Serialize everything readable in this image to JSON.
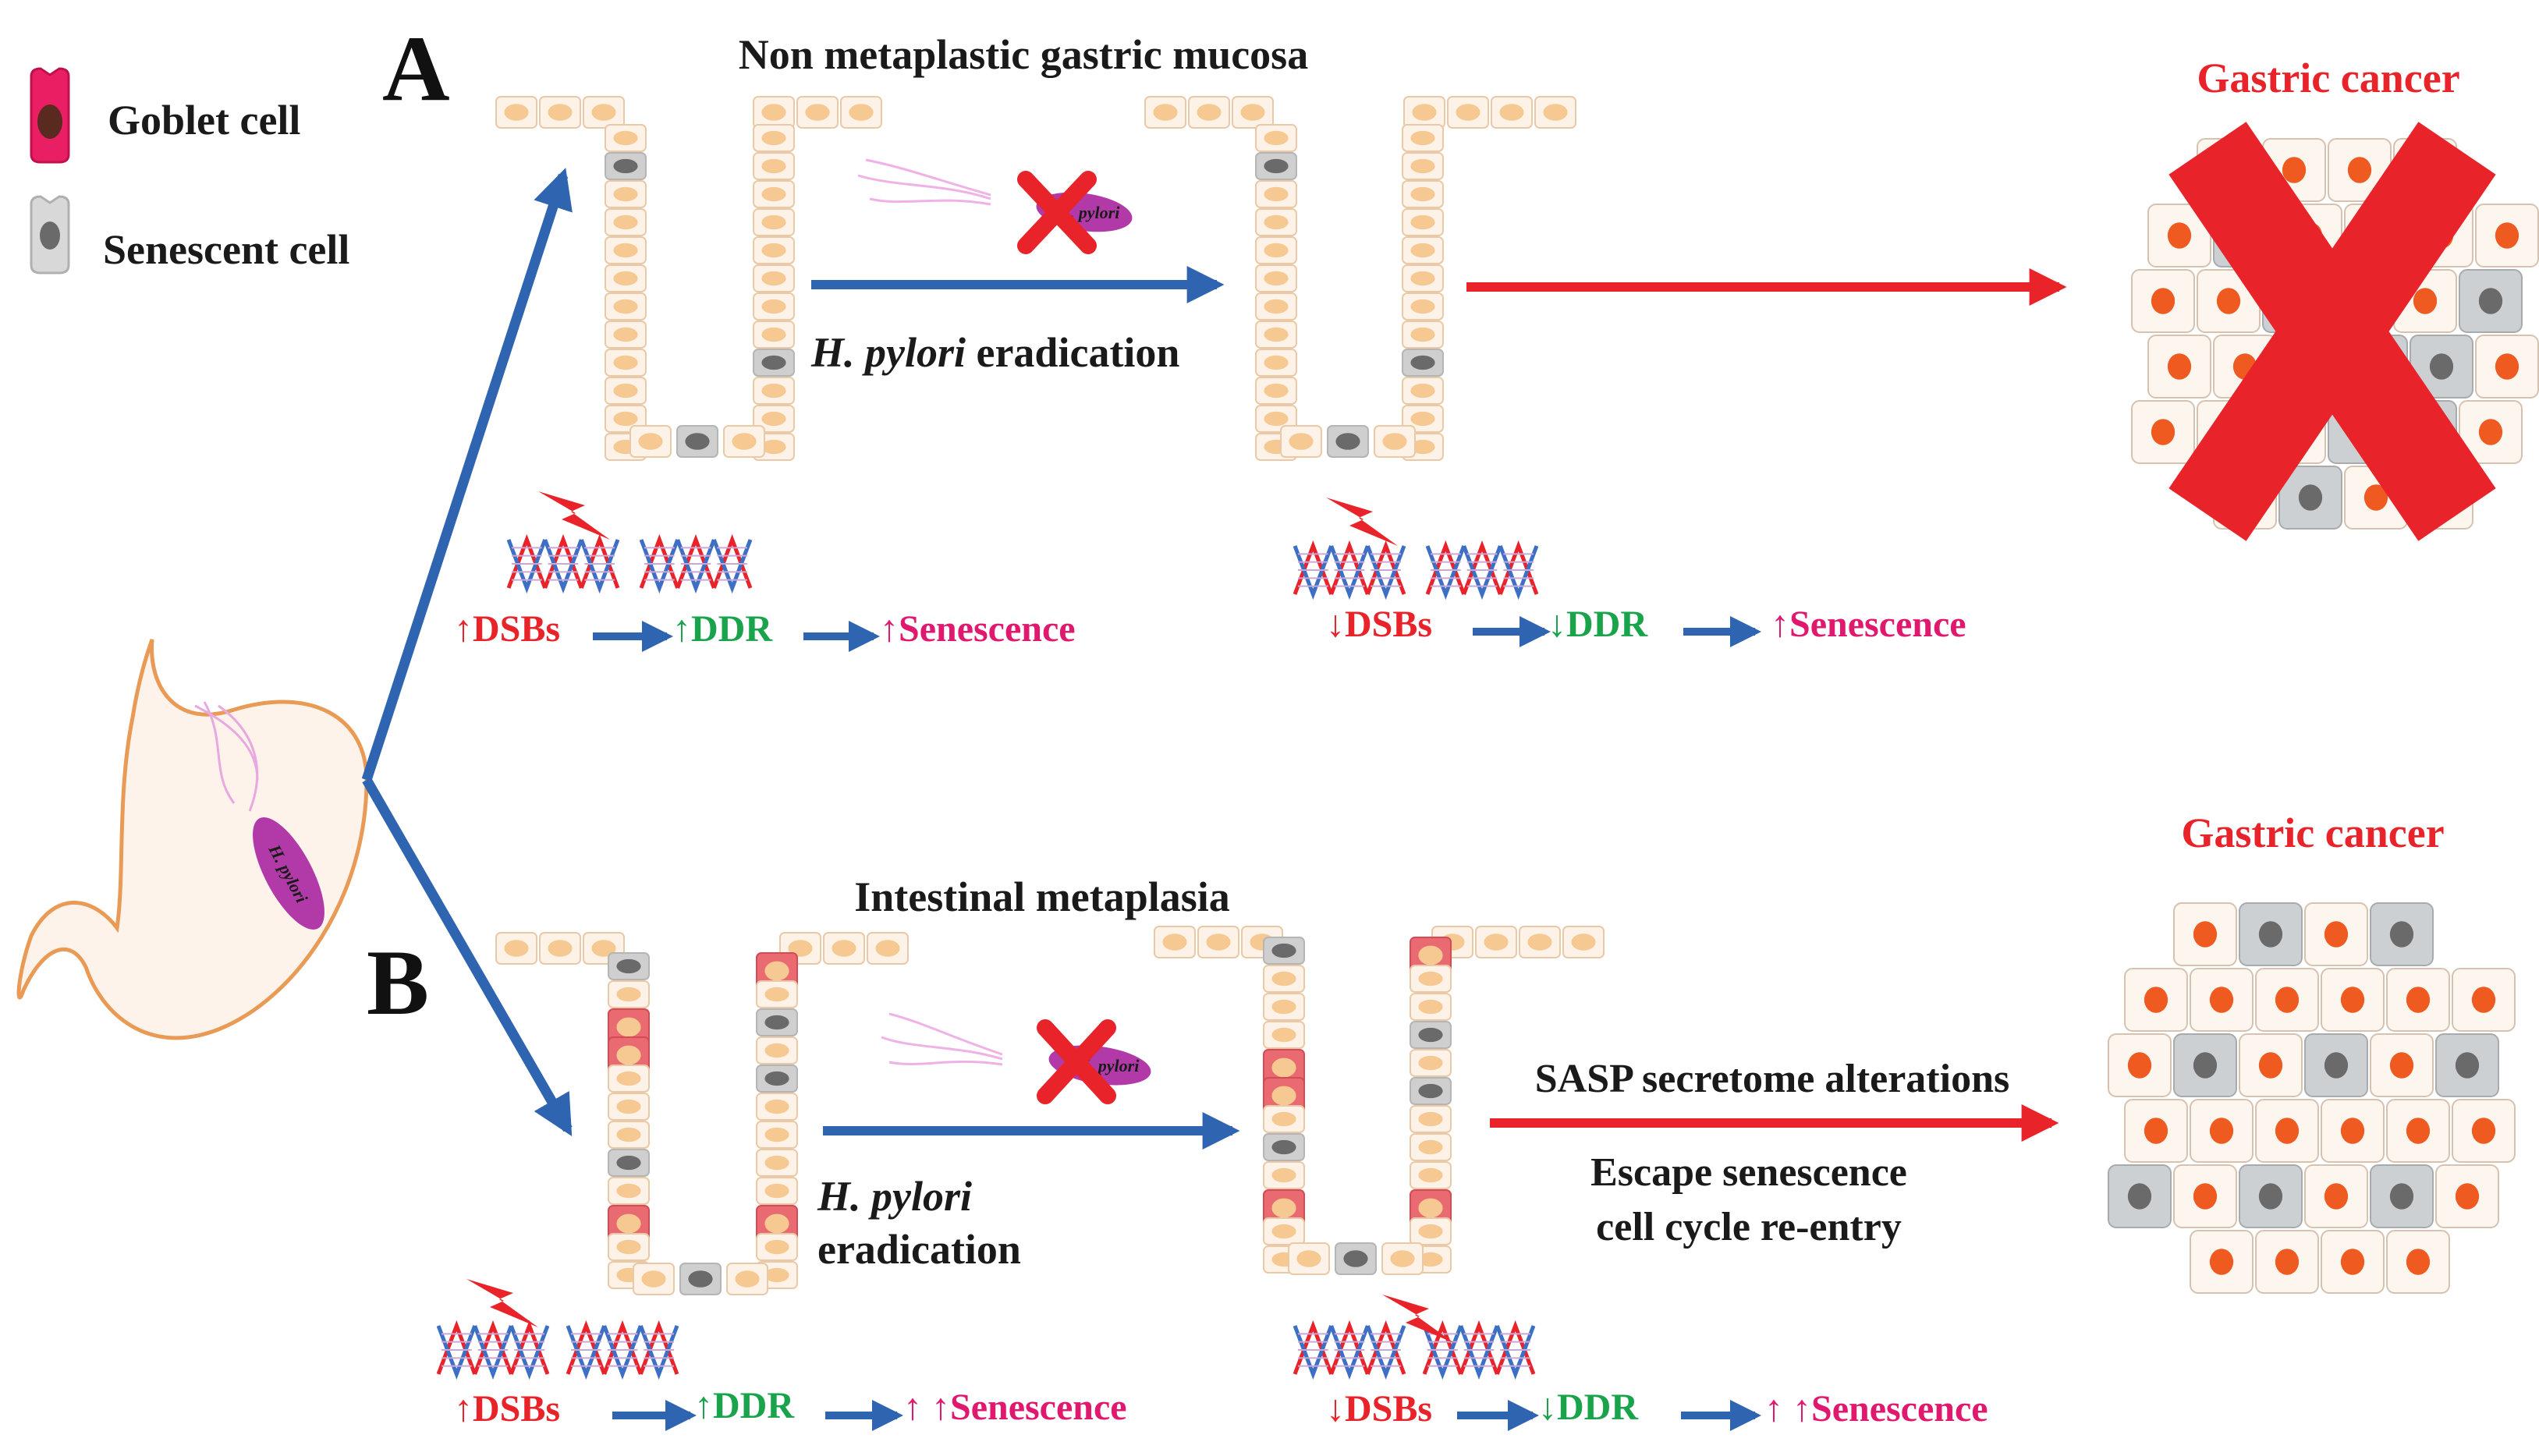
{
  "colors": {
    "blue_arrow": "#2f64b0",
    "red_arrow": "#e8232a",
    "cell_fill": "#fdf2e8",
    "cell_stroke": "#e9c9a6",
    "nucleus": "#f6c892",
    "goblet": "#ea6a72",
    "senescent": "#cfcfcf",
    "senescent_nucleus": "#6a6a6a",
    "cancer_nucleus": "#ef5a20",
    "pink_text": "#e0186e",
    "green_text": "#19a34a",
    "red_text": "#e8232a",
    "hp_body": "#b23aa8"
  },
  "legend": {
    "goblet_label": "Goblet cell",
    "senescent_label": "Senescent cell"
  },
  "panel_a": {
    "letter": "A",
    "title": "Non metaplastic gastric mucosa",
    "eradication_italic": "H. pylori",
    "eradication_text": " eradication",
    "bacterium_label": "H. pylori",
    "outcome": "Gastric cancer",
    "pre": {
      "dsb": "↑DSBs",
      "ddr": "↑DDR",
      "sen": "↑Senescence"
    },
    "post": {
      "dsb": "↓DSBs",
      "ddr": "↓DDR",
      "sen": "↑Senescence"
    }
  },
  "panel_b": {
    "letter": "B",
    "title": "Intestinal metaplasia",
    "eradication_italic": "H. pylori",
    "eradication_text": "eradication",
    "bacterium_label": "H. pylori",
    "outcome": "Gastric cancer",
    "sasp": "SASP secretome alterations",
    "escape_1": "Escape senescence",
    "escape_2": "cell cycle re-entry",
    "pre": {
      "dsb": "↑DSBs",
      "ddr": "↑DDR",
      "sen": "↑ ↑Senescence"
    },
    "post": {
      "dsb": "↓DSBs",
      "ddr": "↓DDR",
      "sen": "↑ ↑Senescence"
    }
  },
  "stomach": {
    "bacterium_label": "H. pylori"
  }
}
